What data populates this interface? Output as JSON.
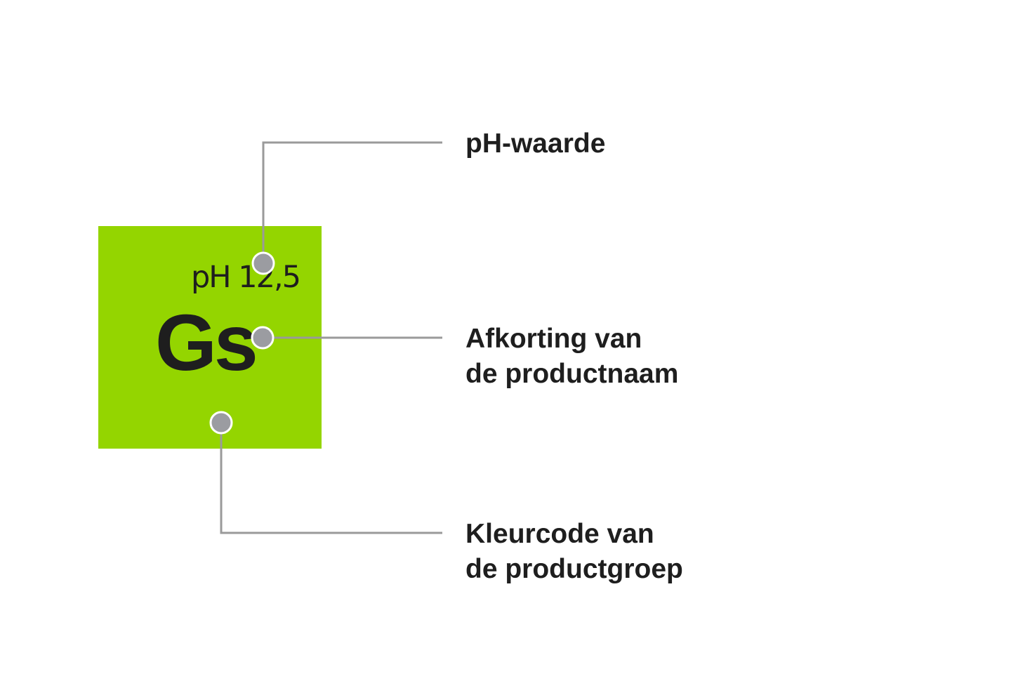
{
  "colors": {
    "product_group": "#94d500",
    "text": "#1e1e1e",
    "leader_line": "#9a9a9a",
    "marker_fill": "#9b9ca1",
    "marker_stroke": "#ffffff"
  },
  "label": {
    "ph_value": "pH 12,5",
    "abbreviation": "Gs"
  },
  "callouts": {
    "ph": {
      "lines": [
        "pH-waarde"
      ]
    },
    "abbreviation": {
      "lines": [
        "Afkorting van",
        "de productnaam"
      ]
    },
    "color_code": {
      "lines": [
        "Kleurcode van",
        "de productgroep"
      ]
    }
  }
}
